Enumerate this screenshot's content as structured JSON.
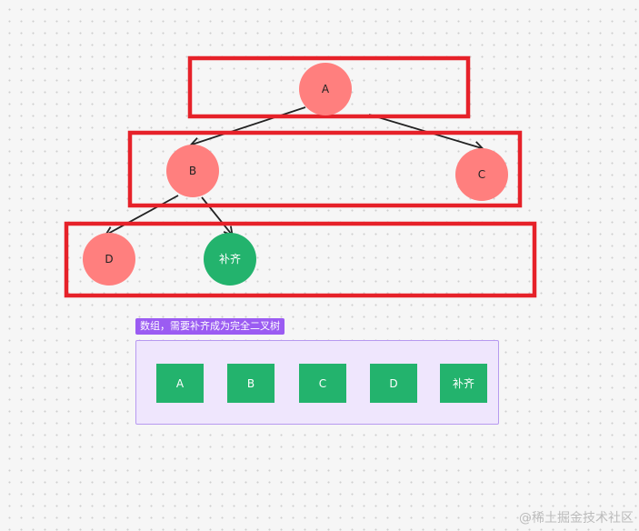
{
  "tree": {
    "nodes": {
      "a": {
        "label": "A",
        "color": "#ff7f7e"
      },
      "b": {
        "label": "B",
        "color": "#ff7f7e"
      },
      "c": {
        "label": "C",
        "color": "#ff7f7e"
      },
      "d": {
        "label": "D",
        "color": "#ff7f7e"
      },
      "fill": {
        "label": "补齐",
        "color": "#23b36d"
      }
    },
    "highlight_color": "#e62129",
    "edge_color": "#222222"
  },
  "array": {
    "title": "数组，需要补齐成为完全二叉树",
    "title_color": "#9b5cf2",
    "cells": [
      "A",
      "B",
      "C",
      "D",
      "补齐"
    ],
    "cell_color": "#23b36d"
  },
  "watermark": "@稀土掘金技术社区"
}
